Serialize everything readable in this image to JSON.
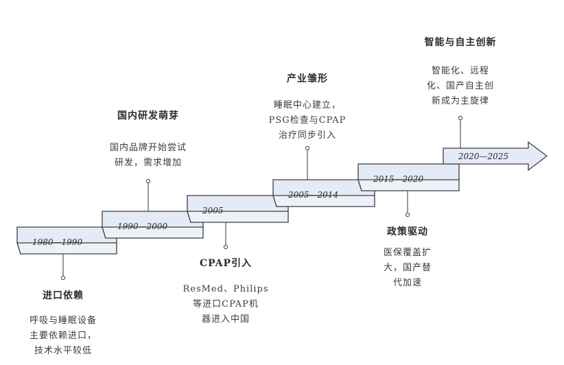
{
  "stages": [
    {
      "period": "1980—1990",
      "title": "进口依赖",
      "desc": [
        "呼吸与睡眠设备",
        "主要依赖进口，",
        "技术水平较低"
      ]
    },
    {
      "period": "1990—2000",
      "title": "国内研发萌芽",
      "desc": [
        "国内品牌开始尝试",
        "研发，需求增加"
      ]
    },
    {
      "period": "2005",
      "title": "CPAP引入",
      "desc": [
        "ResMed、Philips",
        "等进口CPAP机",
        "器进入中国"
      ]
    },
    {
      "period": "2005—2014",
      "title": "产业雏形",
      "desc": [
        "睡眠中心建立，",
        "PSG检查与CPAP",
        "治疗同步引入"
      ]
    },
    {
      "period": "2015—2020",
      "title": "政策驱动",
      "desc": [
        "医保覆盖扩",
        "大，国产替",
        "代加速"
      ]
    },
    {
      "period": "2020—2025",
      "title": "智能与自主创新",
      "desc": [
        "智能化、远程",
        "化、国产自主创",
        "新成为主旋律"
      ]
    }
  ],
  "colors": {
    "fill": "#e3ebf6",
    "stroke": "#3e3e3e",
    "top": "#edf2f9"
  }
}
